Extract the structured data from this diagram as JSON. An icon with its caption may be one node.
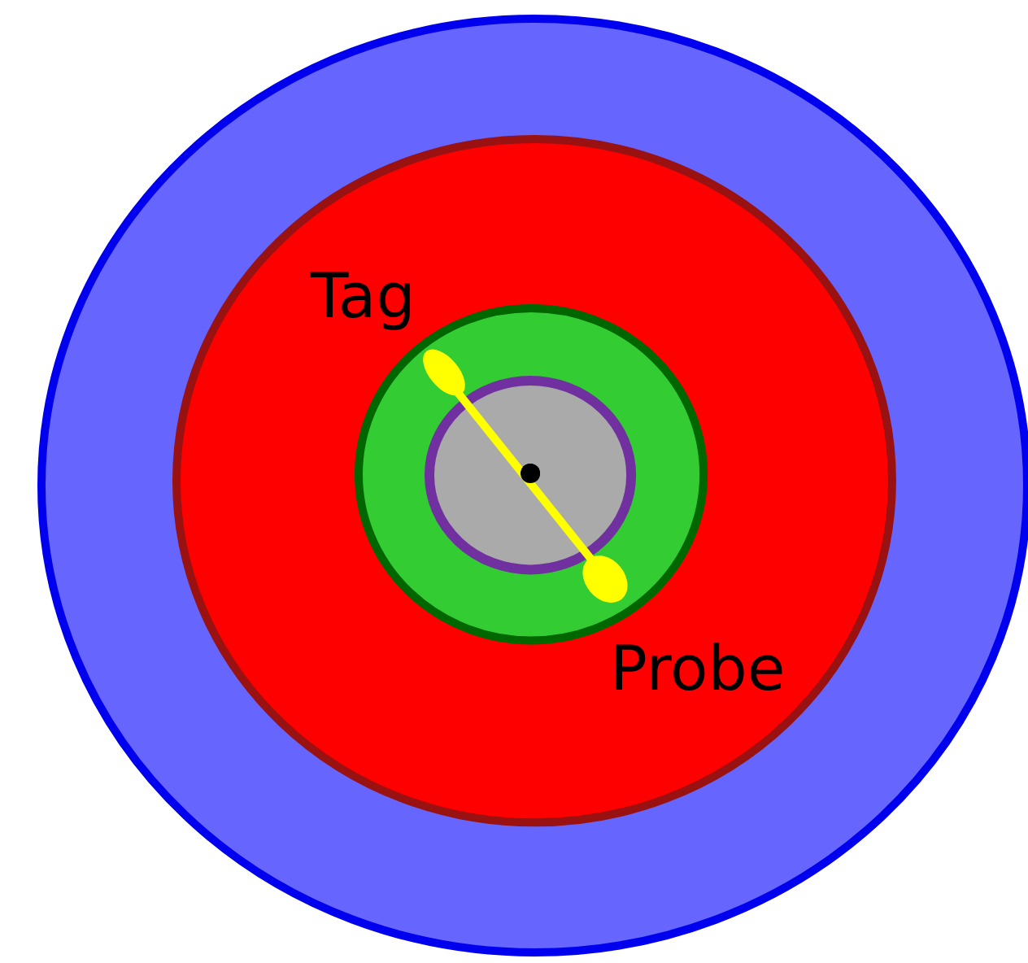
{
  "diagram": {
    "nodes": [
      {
        "text": [],
        "shape": "circle"
      },
      {
        "text": [],
        "shape": "circle",
        "in": 0
      },
      {
        "text": [],
        "shape": "circle",
        "in": 1
      },
      {
        "text": [],
        "shape": "circle",
        "in": 2
      },
      {
        "text": [],
        "shape": "circle",
        "in": 3
      }
    ],
    "labels": [
      "Tag",
      "Probe"
    ]
  }
}
